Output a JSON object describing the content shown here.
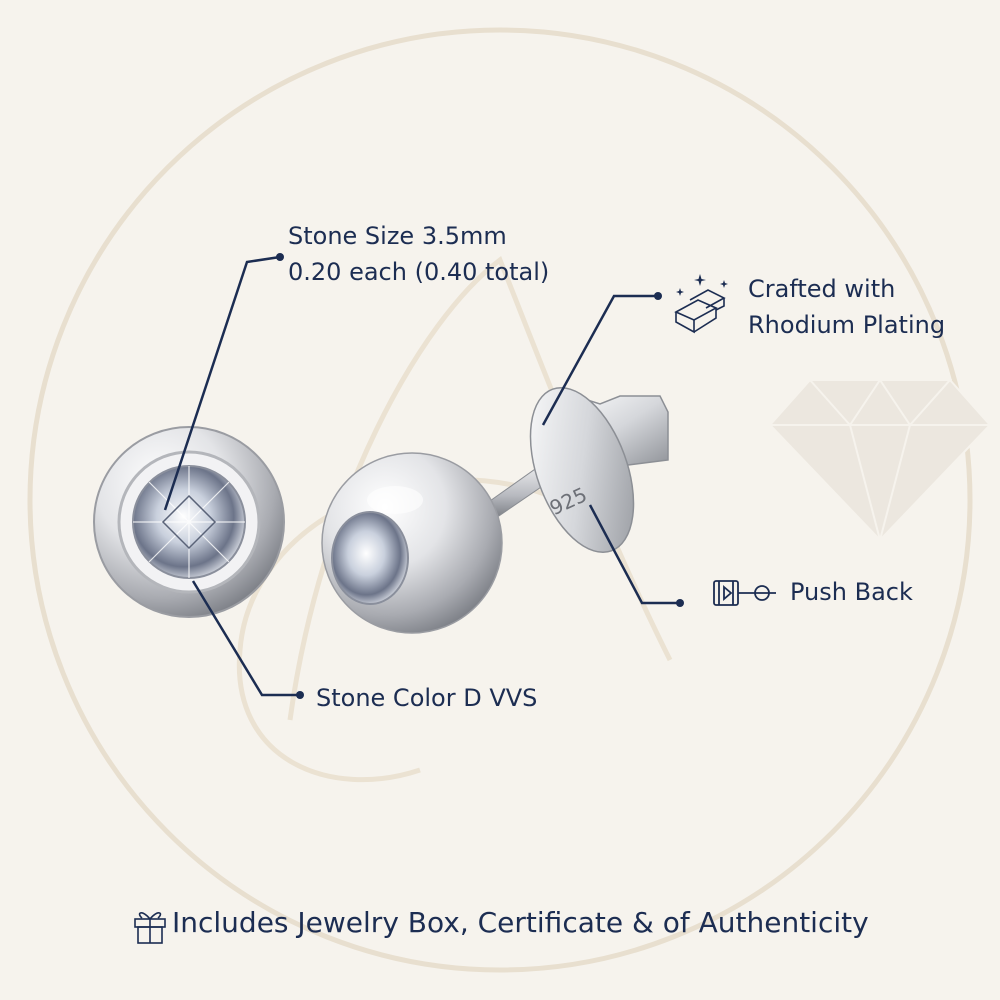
{
  "colors": {
    "background": "#f6f3ed",
    "text": "#1c2d52",
    "leader_line": "#1c2d52",
    "watermark": "#e6dccb",
    "metal": "#d9dadd"
  },
  "annotations": {
    "stone_size": {
      "line1": "Stone Size 3.5mm",
      "line2": "0.20 each (0.40 total)"
    },
    "plating": {
      "line1": "Crafted with",
      "line2": "Rhodium Plating",
      "icon": "metal-bars-icon"
    },
    "push_back": {
      "label": "Push Back",
      "icon": "push-back-clasp-icon"
    },
    "stone_color": {
      "label": "Stone Color D VVS"
    }
  },
  "post_stamp": "925",
  "footer": {
    "text": "Includes Jewelry Box, Certificate & of Authenticity",
    "icon": "gift-box-icon"
  }
}
